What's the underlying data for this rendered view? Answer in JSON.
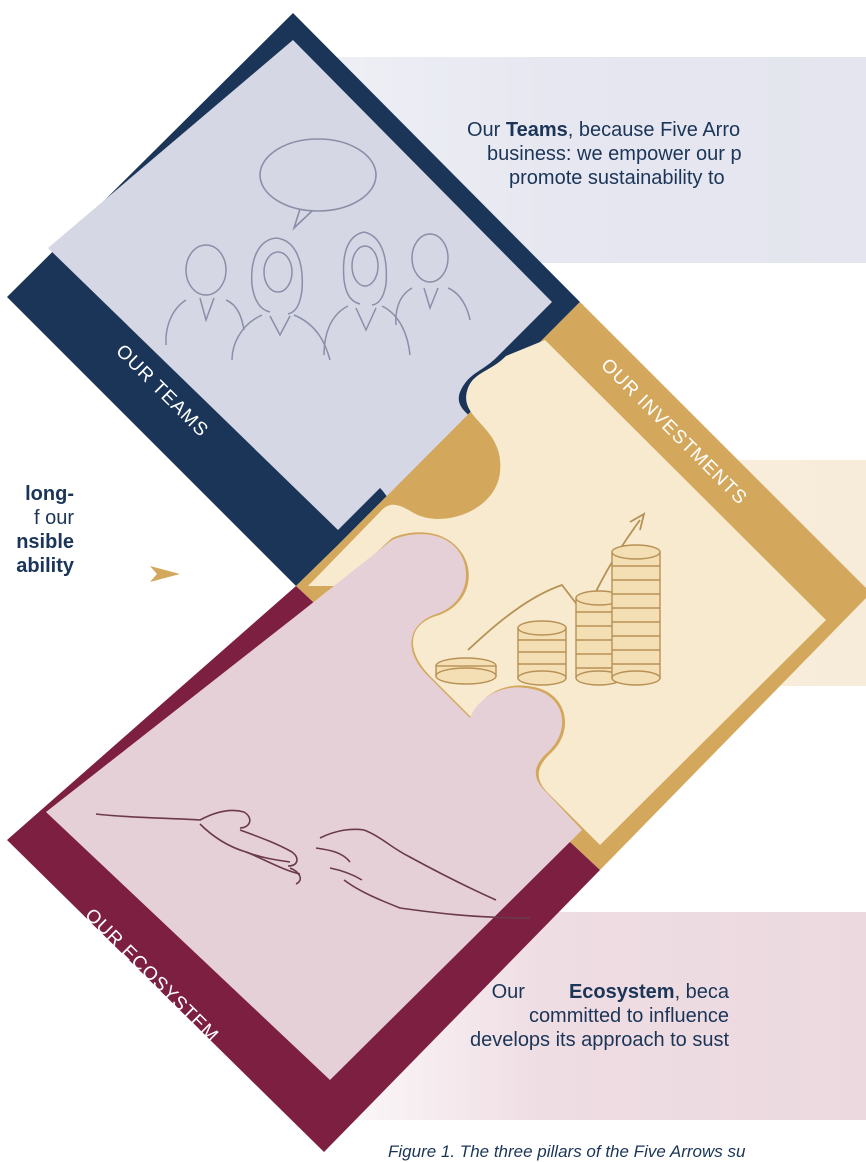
{
  "pillars": {
    "teams": {
      "label": "OUR TEAMS",
      "color": "#1b3558",
      "fill": "#d5d6e4",
      "text": {
        "prefix": "Our",
        "keyword": "Teams",
        "line1_rest": ", because Five Arro",
        "line2": "business: we empower our p",
        "line3": "promote sustainability to"
      }
    },
    "investments": {
      "label": "OUR INVESTMENTS",
      "color": "#d4a85c",
      "fill": "#f8e9cd"
    },
    "ecosystem": {
      "label": "OUR ECOSYSTEM",
      "color": "#7d1f41",
      "fill": "#e7d0d8",
      "text": {
        "prefix": "Our",
        "keyword": "Ecosystem",
        "line1_rest": ",    beca",
        "line2": "committed   to   influence",
        "line3": "develops its approach to sust"
      }
    }
  },
  "left_text": {
    "line1": "long-",
    "line2": "f  our",
    "line3": "nsible",
    "line4": "ability"
  },
  "caption": "Figure 1. The three pillars of the Five Arrows su",
  "colors": {
    "navy": "#1b3558",
    "gold": "#d4a85c",
    "burgundy": "#7d1f41"
  },
  "icons": [
    "speech-bubble-icon",
    "people-sketch-icon",
    "growth-arrow-icon",
    "coin-stacks-icon",
    "reaching-hands-icon",
    "arrowhead-icon"
  ]
}
